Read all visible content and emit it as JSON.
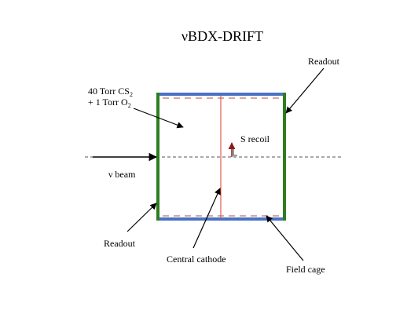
{
  "title": "νBDX-DRIFT",
  "labels": {
    "gas_line1": "40 Torr CS",
    "gas_sub1": "2",
    "gas_line2": "+ 1 Torr O",
    "gas_sub2": "2",
    "readout_right": "Readout",
    "readout_left": "Readout",
    "s_recoil": "S recoil",
    "nu_beam": "ν beam",
    "central_cathode": "Central cathode",
    "field_cage": "Field cage"
  },
  "colors": {
    "readout_plane": "#2e7d1f",
    "field_cage": "#4a72c4",
    "field_cage_dash": "#c98a8a",
    "cathode": "#e03a2a",
    "recoil_arrow": "#8b1a1a",
    "beam_line": "#555555"
  }
}
